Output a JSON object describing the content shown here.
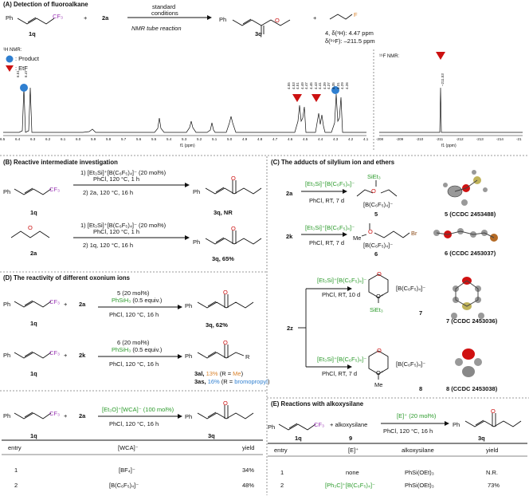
{
  "A": {
    "title": "(A) Detection of fluoroalkane",
    "cf3": "CF₃",
    "ph": "Ph",
    "plus1": "+",
    "reagent": "2a",
    "cond_top": "standard",
    "cond_bottom": "conditions",
    "nmr_tube": "NMR tube reaction",
    "sub_1q": "1q",
    "sub_3q": "3q",
    "plus2": "+",
    "F": "F",
    "cmpd4": "4, δ(¹H): 4.47 ppm",
    "f19shift": "δ(¹⁹F): –211.5 ppm",
    "h_nmr_label": "¹H NMR:",
    "product_label": ": Product",
    "etf_label": ": EtF",
    "f_nmr_label": "¹⁹F NMR:",
    "f1ppm": "f1 (ppm)",
    "peak_labels_left": [
      "6.51",
      "6.47"
    ],
    "peak_labels_right": [
      "4.55",
      "4.53",
      "4.51",
      "4.49",
      "4.47",
      "4.45",
      "4.43",
      "4.41",
      "4.39",
      "4.37",
      "4.35",
      "4.31",
      "4.29",
      "4.26"
    ],
    "h_axis_ticks": [
      "6.5",
      "6.4",
      "6.3",
      "6.2",
      "6.1",
      "6.0",
      "5.9",
      "5.8",
      "5.7",
      "5.6",
      "5.5",
      "5.4",
      "5.3",
      "5.2",
      "5.1",
      "5.0",
      "4.9",
      "4.8",
      "4.7",
      "4.6",
      "4.5",
      "4.4",
      "4.3",
      "4.2",
      "4.1"
    ],
    "f_peak_label": "–211.53",
    "f_axis_ticks": [
      "-208",
      "-209",
      "-210",
      "-211",
      "-212",
      "-213",
      "-214",
      "-21"
    ]
  },
  "B": {
    "title": "(B) Reactive intermediate investigation",
    "r1_cond1": "1) [Et₃Si]⁺[B(C₆F₅)₄]⁻ (20 mol%)",
    "r1_cond1b": "PhCl, 120 °C, 1 h",
    "r1_cond2": "2) 2a, 120 °C, 16 h",
    "r1_sub": "1q",
    "r1_prod": "3q, NR",
    "r2_cond1": "1) [Et₃Si]⁺[B(C₆F₅)₄]⁻ (20 mol%)",
    "r2_cond1b": "PhCl, 120 °C, 1 h",
    "r2_cond2": "2) 1q, 120 °C, 16 h",
    "r2_sub": "2a",
    "r2_prod": "3q, 65%",
    "ph": "Ph",
    "cf3": "CF₃"
  },
  "C": {
    "title": "(C) The adducts of silylium ion and ethers",
    "r1_reag": "2a",
    "r1_cat": "[Et₃Si]⁺[B(C₆F₅)₄]⁻",
    "r1_cond": "PhCl, RT, 7 d",
    "r1_prod_si": "SiEt₃",
    "r1_prod_anion": "[B(C₆F₅)₄]⁻",
    "r1_num": "5",
    "r1_ccdc": "5 (CCDC 2453488)",
    "r2_reag": "2k",
    "r2_cat": "[Et₃Si]⁺[B(C₆F₅)₄]⁻",
    "r2_cond": "PhCl, RT, 7 d",
    "r2_me": "Me",
    "r2_br": "Br",
    "r2_anion": "[B(C₆F₅)₄]⁻",
    "r2_num": "6",
    "r2_ccdc": "6 (CCDC 2453037)",
    "r3_reag": "2z",
    "r3_cat1": "[Et₃Si]⁺[B(C₆F₅)₄]⁻",
    "r3_cond1": "PhCl, RT, 10 d",
    "r3_anion1": "[B(C₆F₅)₄]⁻",
    "r3_si": "SiEt₃",
    "r3_num1": "7",
    "r3_ccdc1": "7 (CCDC 2453036)",
    "r3_cat2": "[Et₃Si]⁺[B(C₆F₅)₄]⁻",
    "r3_cond2": "PhCl, RT, 7 d",
    "r3_anion2": "[B(C₆F₅)₄]⁻",
    "r3_me": "Me",
    "r3_num2": "8",
    "r3_ccdc2": "8 (CCDC 2453038)",
    "O": "O",
    "Opl": "O⁺"
  },
  "D": {
    "title": "(D) The reactivity of different oxonium ions",
    "r1_plus": "+",
    "r1_reag": "2a",
    "r1_cat": "5 (20 mol%)",
    "r1_silane": "PhSiH₃",
    "r1_silane_eq": " (0.5 equiv.)",
    "r1_cond": "PhCl, 120 °C, 16 h",
    "r1_sub": "1q",
    "r1_prod": "3q, 62%",
    "r2_plus": "+",
    "r2_reag": "2k",
    "r2_cat": "6 (20 mol%)",
    "r2_silane": "PhSiH₃",
    "r2_silane_eq": " (0.5 equiv.)",
    "r2_cond": "PhCl, 120 °C, 16 h",
    "r2_sub": "1q",
    "r2_R": "R",
    "r2_prod1a": "3al, ",
    "r2_prod1b": "13%",
    "r2_prod1c": " (R = ",
    "r2_prod1d": "Me",
    "r2_prod1e": ")",
    "r2_prod2a": "3as, ",
    "r2_prod2b": "16%",
    "r2_prod2c": " (R = ",
    "r2_prod2d": "bromopropyl",
    "r2_prod2e": ")",
    "r3_plus": "+",
    "r3_reag": "2a",
    "r3_cat": "[Et₃O]⁺[WCA]⁻ (100 mol%)",
    "r3_cond": "PhCl, 120 °C, 16 h",
    "r3_sub": "1q",
    "r3_prod": "3q",
    "table_headers": [
      "entry",
      "[WCA]⁻",
      "yield"
    ],
    "table_rows": [
      [
        "1",
        "[BF₄]⁻",
        "34%"
      ],
      [
        "2",
        "[B(C₆F₅)₄]⁻",
        "48%"
      ]
    ]
  },
  "E": {
    "title": "(E) Reactions with alkoxysilane",
    "plus": "+ alkoxysilane",
    "cat": "[E]⁺ (20 mol%)",
    "cond": "PhCl, 120 °C, 16 h",
    "sub": "1q",
    "reag_num": "9",
    "prod": "3q",
    "table_headers": [
      "entry",
      "[E]⁺",
      "alkoxysilane",
      "yield"
    ],
    "table_rows": [
      [
        "1",
        "none",
        "PhSi(OEt)₃",
        "N.R."
      ],
      [
        "2",
        "[Ph₃C]⁺[B(C₆F₅)₄]⁻",
        "PhSi(OEt)₃",
        "73%"
      ]
    ]
  },
  "colors": {
    "green": "#2a9a2a",
    "orange": "#d9822b",
    "blue": "#2f7fd0",
    "purple": "#9a35b5",
    "red": "#cc1111",
    "product_marker": "#2f7fd0"
  }
}
